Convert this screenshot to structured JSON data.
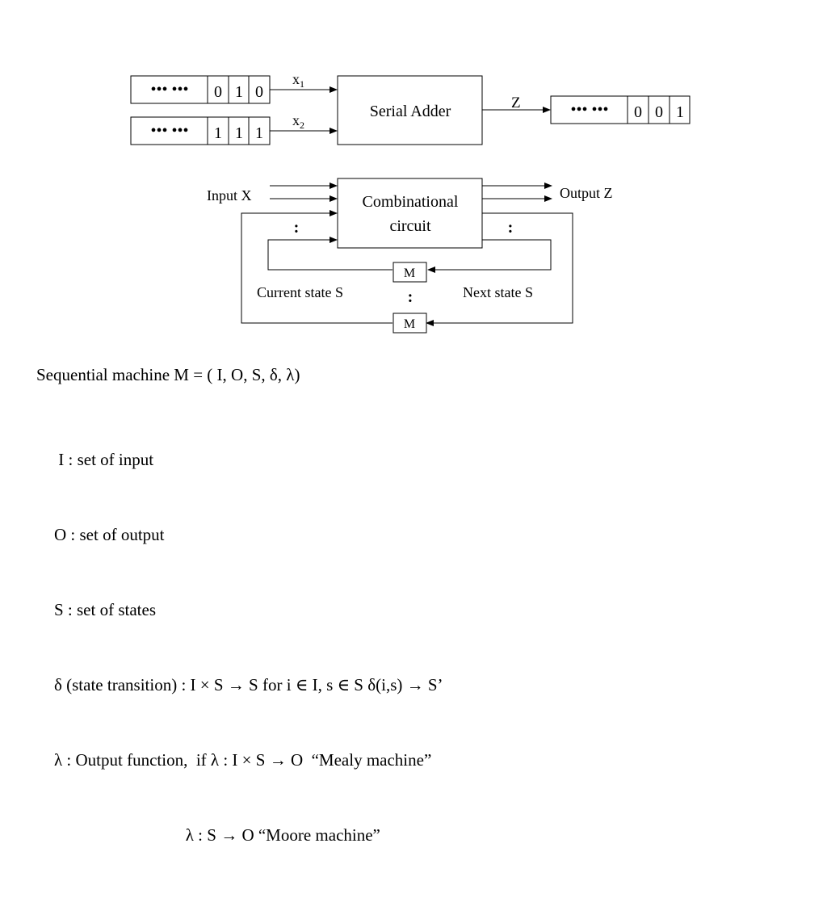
{
  "serial_adder": {
    "label": "Serial Adder",
    "input1": {
      "dots": "••• •••",
      "bits": [
        "0",
        "1",
        "0"
      ],
      "signal": "x",
      "subscript": "1"
    },
    "input2": {
      "dots": "••• •••",
      "bits": [
        "1",
        "1",
        "1"
      ],
      "signal": "x",
      "subscript": "2"
    },
    "output": {
      "dots": "••• •••",
      "bits": [
        "0",
        "0",
        "1"
      ],
      "signal": "Z"
    }
  },
  "sequential_circuit": {
    "block_line1": "Combinational",
    "block_line2": "circuit",
    "input_label": "Input X",
    "output_label": "Output Z",
    "memory_label": "M",
    "current_state_label": "Current state S",
    "next_state_label": "Next state S",
    "ellipsis": ":"
  },
  "definition": {
    "title": "Sequential machine M = ( I, O, S, δ, λ)",
    "lines": [
      " I : set of input",
      "O : set of output",
      "S : set of states",
      "δ (state transition) : I × S → S for i ∈ I, s ∈ S δ(i,s) → S’",
      "λ : Output function,  if λ : I × S → O  “Mealy machine”",
      "                               λ : S → O “Moore machine”"
    ]
  }
}
